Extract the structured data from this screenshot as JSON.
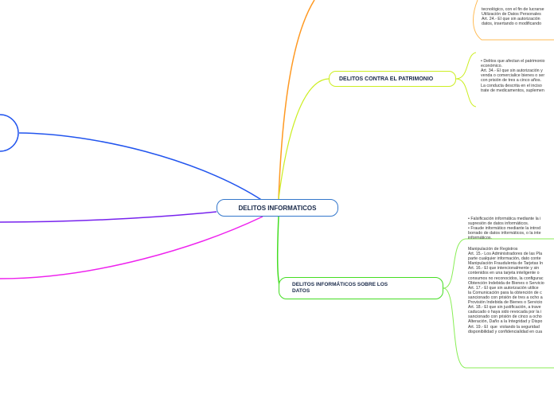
{
  "central": {
    "label": "DELITOS INFORMATICOS"
  },
  "branches": [
    {
      "label": "DELITOS CONTRA EL PATRIMONIO",
      "color": "#ccee22",
      "notes": [
        "• Delitos que afectan el patrimonio",
        "económico.",
        "",
        "Art. 34.- El que sin autorización y",
        "venda o comercialice bienes o ser",
        "con prisión de tres a cinco años.",
        "La conducta descrita en el inciso",
        "trate de medicamentos, suplemen"
      ]
    },
    {
      "label": "DELITOS INFORMÁTICOS SOBRE LOS DATOS",
      "color": "#44dd22",
      "notes_a": [
        "• Falsificación informática mediante la i",
        "supresión de datos informáticos.",
        "• Fraude informático mediante la introd",
        "borrado de datos informáticos, o la inte",
        "informáticos."
      ],
      "notes_b": [
        "Manipulación de Registros",
        "Art. 15.- Los Administradores de las Pla",
        "parte cualquier información, dato conte",
        "Manipulación Fraudulenta de Tarjetas In",
        "Art. 16.- El que intencionalmente y sin",
        "contenidos en una tarjeta inteligente o",
        "consumos no reconocidos, la configurac",
        "Obtención Indebida de Bienes o Servicio",
        "Art. 17.- El que sin autorización utilice",
        "la Comunicación para la obtención de c",
        "sancionado con prisión de tres a ocho a",
        "Provisión Indebida de Bienes o Servicio",
        "Art. 18.- El que sin justificación, a trave",
        "caducado o haya sido revocada por la i",
        "sancionado con prisión de cinco a ocho",
        "Alteración, Daño a la Integridad y Dispo",
        "Art. 19.- El  que  violando la seguridad",
        "disponibilidad y confidencialidad en cua"
      ]
    },
    {
      "color": "#ff9922",
      "notes": [
        "tecnológico, con el fin de lucrarse",
        "Utilización de Datos Personales",
        "Art. 24.- El que sin autorización",
        "datos, insertando o modificando"
      ]
    }
  ],
  "colors": {
    "blue": "#2255ee",
    "purple": "#7722ee",
    "magenta": "#ee22ee"
  }
}
